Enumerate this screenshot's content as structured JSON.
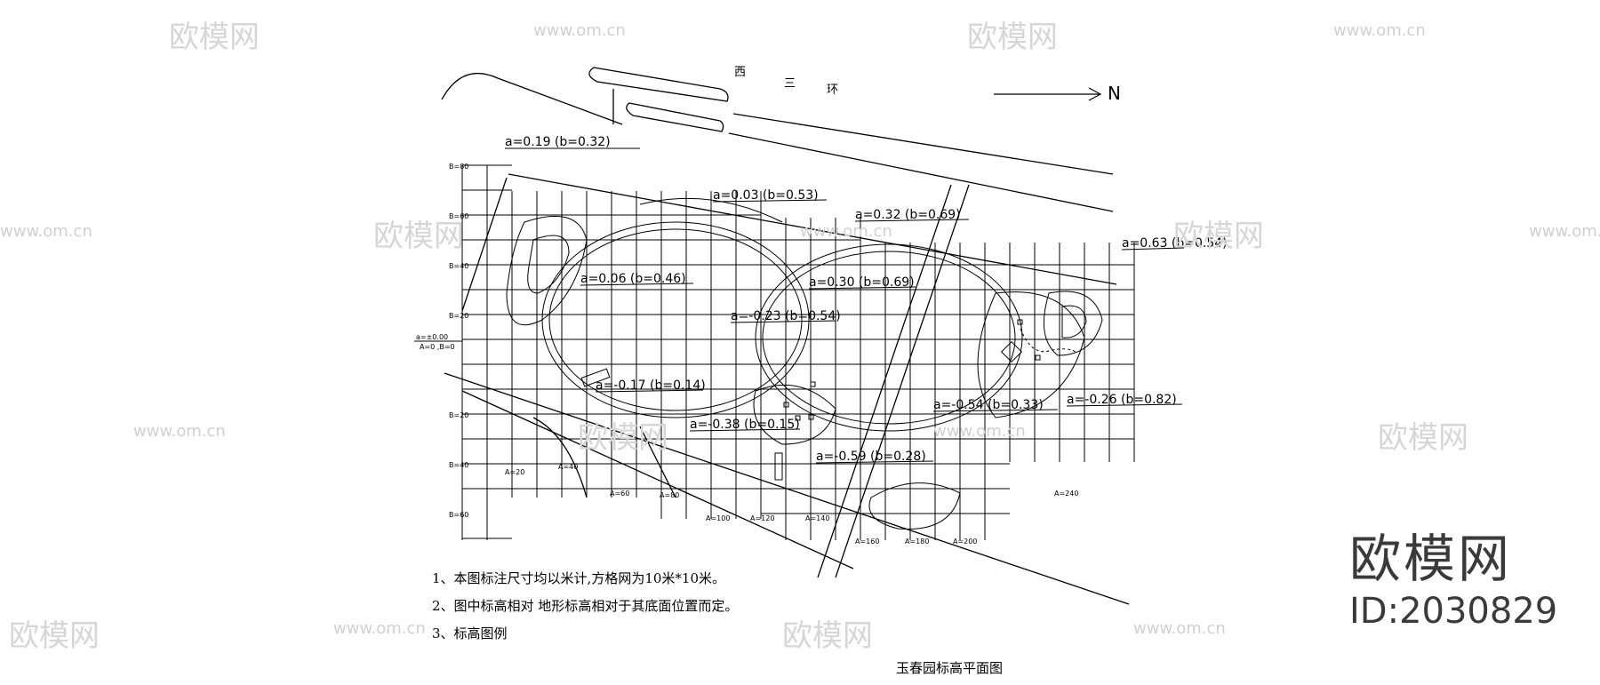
{
  "road_label": [
    "西",
    "三",
    "环"
  ],
  "north_label": "N",
  "elevation_labels": [
    "a=0.19 (b=0.32)",
    "a=0.03 (b=0.53)",
    "a=0.32 (b=0.69)",
    "a=0.63 (b=0.54)",
    "a=0.06 (b=0.46)",
    "a=0.30 (b=0.69)",
    "a=-0.23 (b=0.54)",
    "a=-0.17 (b=0.14)",
    "a=-0.38 (b=0.15)",
    "a=-0.54 (b=0.33)",
    "a=-0.26 (b=0.82)",
    "a=-0.59 (b=0.28)"
  ],
  "grid_b_labels": [
    "B=80",
    "B=60",
    "B=40",
    "B=20",
    "B=20",
    "B=40",
    "B=60"
  ],
  "grid_a_labels": [
    "A=20",
    "A=40",
    "A=60",
    "A=80",
    "A=100",
    "A=120",
    "A=140",
    "A=160",
    "A=180",
    "A=200",
    "A=240"
  ],
  "origin_label": [
    "a=±0.00",
    "A=0 ,B=0"
  ],
  "notes": [
    "1、本图标注尺寸均以米计,方格网为10米*10米。",
    "2、图中标高相对      地形标高相对于其底面位置而定。",
    "3、标高图例"
  ],
  "plan_title": "玉春园标高平面图",
  "watermark": {
    "brand": "欧模网",
    "id": "ID:2030829",
    "url": "www.om.cn"
  }
}
